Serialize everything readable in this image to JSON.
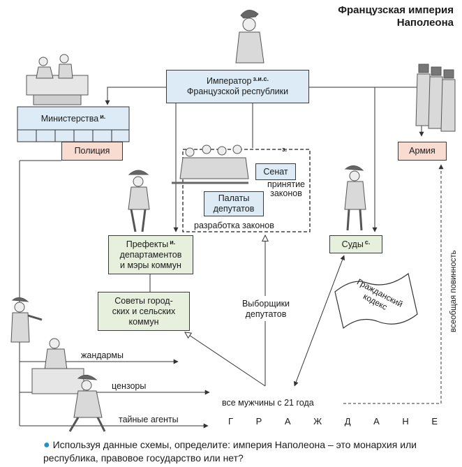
{
  "title": {
    "line1": "Французская империя",
    "line2": "Наполеона"
  },
  "emperor": {
    "line1": "Император",
    "sup": "з.и.с.",
    "line2": "Французской республики"
  },
  "ministries": {
    "label": "Министерства",
    "sup": "и."
  },
  "police": "Полиция",
  "army": "Армия",
  "legislature": {
    "sup": "з.",
    "senate": "Сенат",
    "senate_role": "принятие законов",
    "chambers": "Палаты депутатов",
    "chambers_role": "разработка законов"
  },
  "prefects": {
    "line1": "Префекты",
    "sup": "и.",
    "line2": "департаментов",
    "line3": "и мэры коммун"
  },
  "councils": {
    "line1": "Советы город-",
    "line2": "ских и сельских",
    "line3": "коммун"
  },
  "courts": {
    "label": "Суды",
    "sup": "с."
  },
  "electors": {
    "line1": "Выборщики",
    "line2": "депутатов"
  },
  "civil_code": {
    "line1": "Гражданский",
    "line2": "кодекс"
  },
  "conscription": "всеобщая повинность",
  "branches": {
    "gendarmes": "жандармы",
    "censors": "цензоры",
    "agents": "тайные агенты"
  },
  "men21": "все мужчины с 21 года",
  "citizens": [
    "Г",
    "Р",
    "А",
    "Ж",
    "Д",
    "А",
    "Н",
    "Е"
  ],
  "question": "Используя данные схемы, определите: империя Наполеона – это монархия или республика, правовое государство или нет?"
}
